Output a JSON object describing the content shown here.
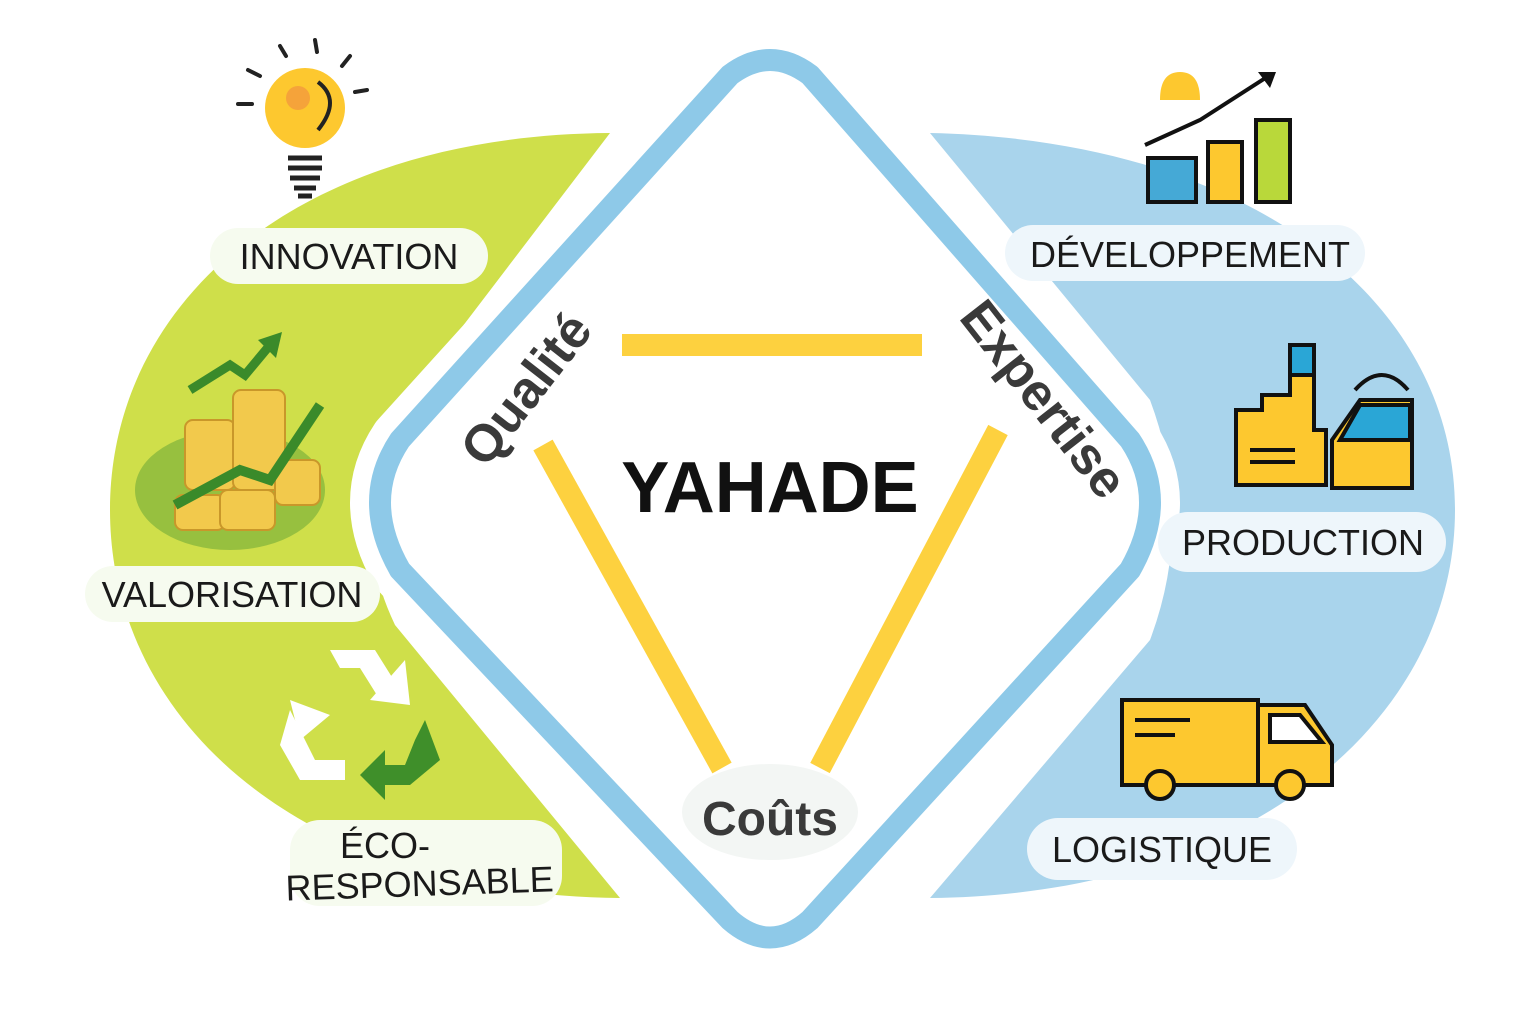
{
  "title": "YAHADE",
  "triangle": {
    "top_left": "Qualité",
    "top_right": "Expertise",
    "bottom": "Coûts"
  },
  "left_items": [
    {
      "label": "INNOVATION",
      "icon": "lightbulb-icon"
    },
    {
      "label": "VALORISATION",
      "icon": "coins-growth-icon"
    },
    {
      "label_line1": "ÉCO-",
      "label_line2": "RESPONSABLE",
      "icon": "recycle-icon"
    }
  ],
  "right_items": [
    {
      "label": "DÉVELOPPEMENT",
      "icon": "growth-chart-icon"
    },
    {
      "label": "PRODUCTION",
      "icon": "factory-icon"
    },
    {
      "label": "LOGISTIQUE",
      "icon": "delivery-truck-icon"
    }
  ],
  "colors": {
    "green": "#cfdf4a",
    "blue": "#a9d4ec",
    "diamond": "#8ec9e8",
    "yellow": "#fdd13f"
  }
}
